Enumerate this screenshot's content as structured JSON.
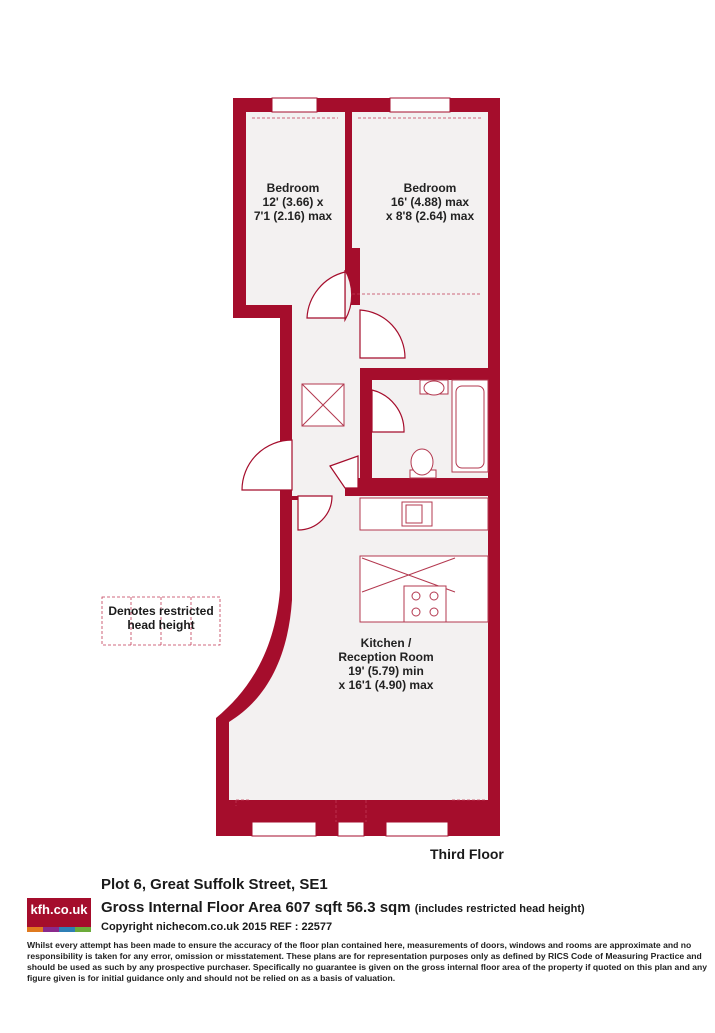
{
  "rooms": {
    "bedroom_left": {
      "name": "Bedroom",
      "dim1": "12' (3.66) x",
      "dim2": "7'1 (2.16) max"
    },
    "bedroom_right": {
      "name": "Bedroom",
      "dim1": "16' (4.88) max",
      "dim2": "x 8'8 (2.64) max"
    },
    "kitchen": {
      "name1": "Kitchen /",
      "name2": "Reception Room",
      "dim1": "19' (5.79) min",
      "dim2": "x 16'1 (4.90) max"
    }
  },
  "legend": {
    "line1": "Denotes restricted",
    "line2": "head height"
  },
  "floor_label": "Third Floor",
  "footer": {
    "logo": "kfh.co.uk",
    "logo_colors": [
      "#e07a1f",
      "#8a2a8c",
      "#2f7fb5",
      "#6cab3a"
    ],
    "address": "Plot 6, Great Suffolk Street, SE1",
    "area_main": "Gross Internal Floor Area 607 sqft 56.3 sqm",
    "area_note": "(includes restricted head height)",
    "copyright": "Copyright nichecom.co.uk 2015 REF : 22577",
    "disclaimer": "Whilst every attempt has been made to ensure the accuracy of the floor plan contained here, measurements of doors, windows and rooms are approximate and no responsibility is taken for any error, omission or misstatement.  These plans are for representation purposes only as defined by RICS Code of Measuring Practice and should be used as such by any prospective purchaser.  Specifically no guarantee is given on the gross internal floor area of the property if quoted on this plan and any figure given is for initial guidance only and should not be relied on as a basis of valuation."
  },
  "colors": {
    "wall": "#a50d2c",
    "floor": "#f3f1f1",
    "fixture": "#b3384f"
  }
}
